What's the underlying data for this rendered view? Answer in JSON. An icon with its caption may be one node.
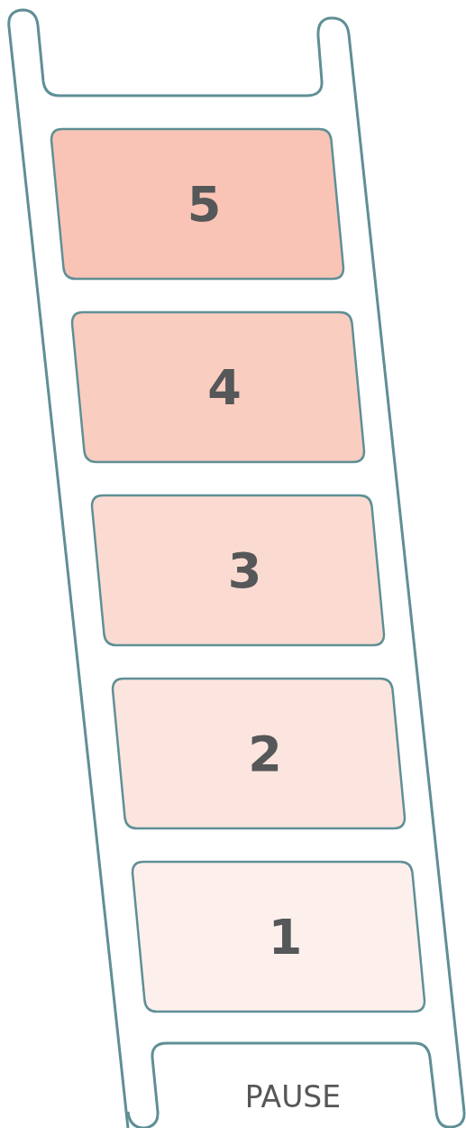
{
  "diagram": {
    "nodes": [
      {
        "text": [
          "5"
        ]
      },
      {
        "text": [
          "4"
        ]
      },
      {
        "text": [
          "3"
        ]
      },
      {
        "text": [
          "2"
        ]
      },
      {
        "text": [
          "1"
        ]
      },
      {
        "text": [
          "PAUSE"
        ]
      }
    ]
  }
}
